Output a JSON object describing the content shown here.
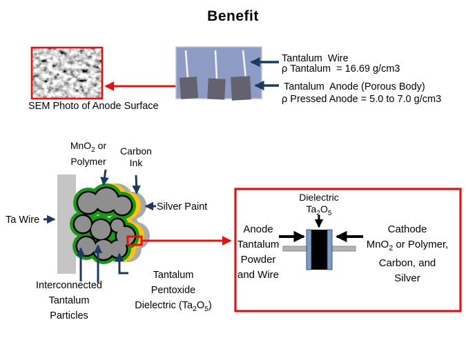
{
  "title": "Benefit",
  "colors": {
    "accent_red": "#e01212",
    "arrow_navy": "#1b3a5c",
    "mno2_green": "#189a18",
    "carbon_yellow": "#ffc20e",
    "silver_gray": "#a9a9a9",
    "particle_gray": "#8f8f8f",
    "ta_wire_gray": "#c5c5c5",
    "photo_blue": "#8e9cc5",
    "anode_body_gray": "#64626e"
  },
  "sem": {
    "caption": "SEM Photo of Anode Surface"
  },
  "anode_photo": {
    "wire_label": "Tantalum  Wire",
    "wire_density": "ρ Tantalum  = 16.69 g/cm3",
    "anode_label": "Tantalum  Anode (Porous Body)",
    "anode_density": "ρ Pressed Anode = 5.0 to 7.0 g/cm3"
  },
  "particle_diagram": {
    "mno2": {
      "t1": "MnO",
      "s1": "2",
      "t2": " or",
      "line2": "Polymer"
    },
    "carbon": {
      "line1": "Carbon",
      "line2": "Ink"
    },
    "ta_wire": "Ta Wire",
    "silver_paint": "Silver Paint",
    "interconnected": {
      "line1": "Interconnected",
      "line2": "Tantalum",
      "line3": "Particles"
    },
    "pentoxide": {
      "line1": "Tantalum",
      "line2": "Pentoxide",
      "t1": "Dielectric (Ta",
      "s1": "2",
      "t2": "O",
      "s2": "5",
      "t3": ")"
    }
  },
  "detail_box": {
    "dielectric": {
      "line1": "Dielectric",
      "t1": "Ta",
      "s1": "2",
      "t2": "O",
      "s2": "5"
    },
    "anode": {
      "line1": "Anode",
      "line2": "Tantalum",
      "line3": "Powder",
      "line4": "and Wire"
    },
    "cathode": {
      "line1": "Cathode",
      "t1": "MnO",
      "s1": "2",
      "t2": " or Polymer,",
      "line3": "Carbon, and",
      "line4": "Silver"
    }
  }
}
